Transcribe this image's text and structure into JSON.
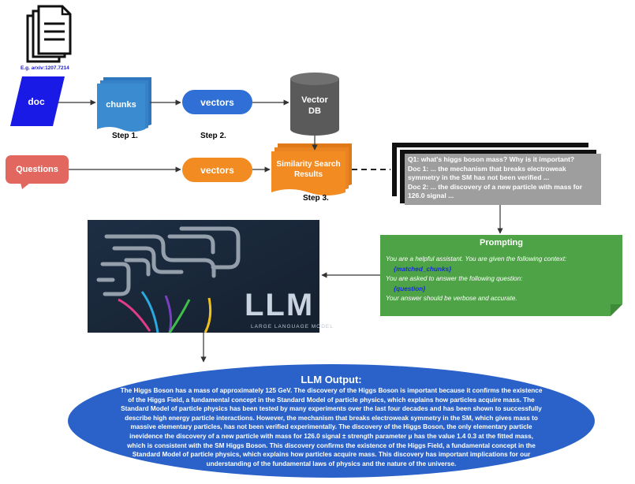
{
  "source": {
    "doc_id": "E.g. arxiv:1207.7214",
    "doc_label": "doc"
  },
  "pipeline": {
    "chunks_label": "chunks",
    "vectors_label_1": "vectors",
    "vector_db_label_line1": "Vector",
    "vector_db_label_line2": "DB",
    "step1": "Step 1.",
    "step2": "Step 2.",
    "step3": "Step 3.",
    "questions_label": "Questions",
    "vectors_label_2": "vectors",
    "search_label_line1": "Similarity Search",
    "search_label_line2": "Results"
  },
  "results": {
    "lines": [
      "Q1: what's higgs boson mass? Why is it important?",
      "Doc 1: ... the mechanism that breaks electroweak",
      "symmetry in the SM has not been verified ...",
      "Doc 2: ... the discovery of a new particle with mass for",
      "126.0 signal ..."
    ]
  },
  "prompting": {
    "title": "Prompting",
    "line1": "You are a helpful assistant. You are given the following context:",
    "placeholder1": "{matched_chunks}",
    "line2": "You are asked to answer the following question:",
    "placeholder2": "{question}",
    "line3": "Your answer should be verbose and accurate."
  },
  "llm": {
    "word": "LLM",
    "subtitle": "LARGE LANGUAGE MODEL"
  },
  "output": {
    "title": "LLM Output:",
    "lines": [
      "The Higgs Boson has a mass of approximately 125 GeV. The discovery of the Higgs Boson is important because it confirms the existence",
      "of the Higgs Field, a fundamental concept in the Standard Model of particle physics, which explains how particles acquire mass. The",
      "Standard Model of particle physics has been tested by many experiments over the last four decades and has been shown to successfully",
      "describe high energy particle interactions. However, the mechanism that breaks electroweak symmetry in the SM, which gives mass to",
      "massive elementary particles, has not been verified experimentally. The discovery of the Higgs Boson, the only elementary particle",
      "inevidence the discovery of a new particle with mass for 126.0 signal ± strength parameter μ has the value 1.4 0.3 at the fitted mass,",
      "which is consistent with the SM Higgs Boson. This discovery confirms the existence of the Higgs Field, a fundamental concept in the",
      "Standard Model of particle physics, which explains how particles acquire mass. This discovery has important implications for our",
      "understanding of the fundamental laws of physics and the nature of the universe."
    ]
  },
  "colors": {
    "doc": "#1a1ae6",
    "chunks": "#3a86cc",
    "vectors_blue": "#2f6fd6",
    "vector_db": "#5a5a5a",
    "questions": "#e2685f",
    "vectors_orange": "#f28b21",
    "search": "#f28b21",
    "results": "#9e9e9e",
    "prompting": "#4fa347",
    "output": "#2a62c9",
    "llm_bg": "#1c2b3e"
  }
}
